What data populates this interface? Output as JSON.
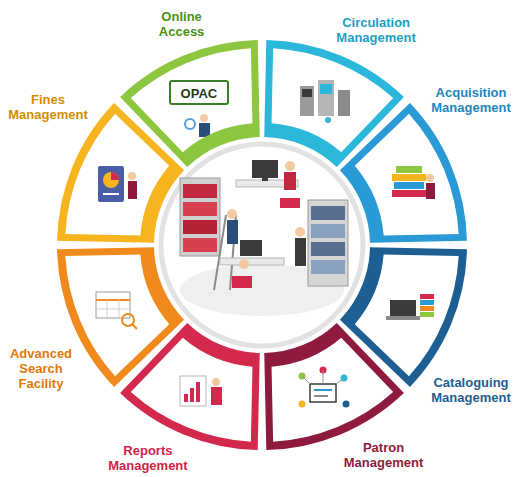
{
  "diagram": {
    "nodes": [
      {
        "text": [
          "Online Access"
        ]
      },
      {
        "text": [
          "Circulation Management"
        ]
      },
      {
        "text": [
          "Acquisition Management"
        ]
      },
      {
        "text": [
          "Cataloguing Management"
        ]
      },
      {
        "text": [
          "Patron Management"
        ]
      },
      {
        "text": [
          "Reports Management"
        ]
      },
      {
        "text": [
          "Advanced Search Facility"
        ]
      },
      {
        "text": [
          "Fines Management"
        ]
      }
    ],
    "labels": [
      "OPAC"
    ]
  }
}
